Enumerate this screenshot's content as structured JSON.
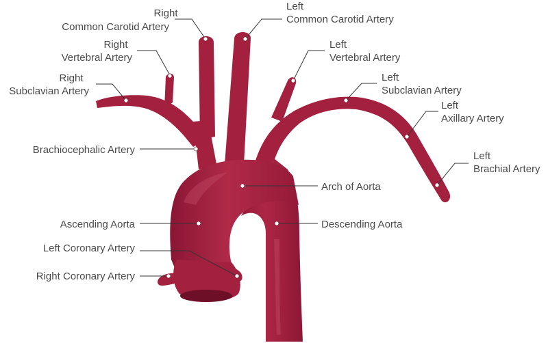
{
  "colors": {
    "artery": "#a3203f",
    "artery_dark": "#8a1634",
    "artery_highlight": "#c24a63",
    "lumen": "#6e0f28",
    "label_text": "#4a4a4a",
    "leader_line": "#333333"
  },
  "labels": {
    "right_common_carotid": [
      "Right",
      "Common Carotid Artery"
    ],
    "left_common_carotid": [
      "Left",
      "Common Carotid Artery"
    ],
    "right_vertebral": [
      "Right",
      "Vertebral Artery"
    ],
    "left_vertebral": [
      "Left",
      "Vertebral Artery"
    ],
    "right_subclavian": [
      "Right",
      "Subclavian Artery"
    ],
    "left_subclavian": [
      "Left",
      "Subclavian Artery"
    ],
    "left_axillary": [
      "Left",
      "Axillary Artery"
    ],
    "left_brachial": [
      "Left",
      "Brachial Artery"
    ],
    "brachiocephalic": [
      "Brachiocephalic Artery"
    ],
    "arch_of_aorta": [
      "Arch of Aorta"
    ],
    "ascending_aorta": [
      "Ascending Aorta"
    ],
    "descending_aorta": [
      "Descending Aorta"
    ],
    "left_coronary": [
      "Left Coronary Artery"
    ],
    "right_coronary": [
      "Right Coronary Artery"
    ]
  }
}
